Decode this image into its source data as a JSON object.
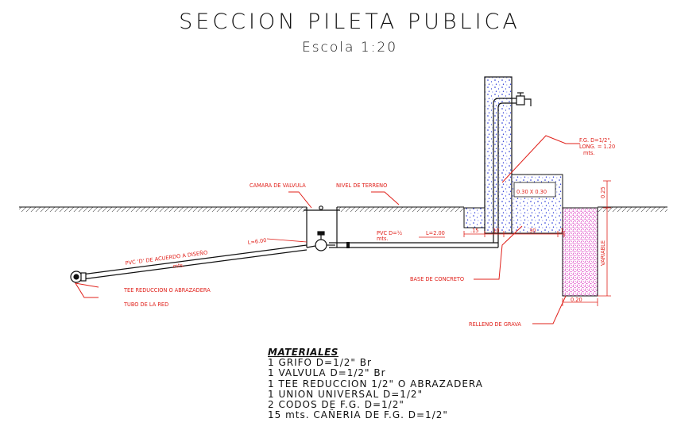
{
  "title": "SECCION PILETA PUBLICA",
  "scale": "Escola 1:20",
  "labels": {
    "camara": "CAMARA DE VALVULA",
    "nivel": "NIVEL DE TERRENO",
    "pvc_diseno": "PVC 'D' DE ACUERDO A DISEÑO",
    "pvc_diseno_sub": "mts.",
    "l600": "L=6.00",
    "pvc_d": "PVC D=½",
    "pvc_d_sub": "mts.",
    "l200": "L=2.00",
    "tee": "TEE REDUCCION O ABRAZADERA",
    "tubo": "TUBO DE LA RED",
    "base": "BASE DE CONCRETO",
    "relleno": "RELLENO DE GRAVA",
    "fg_line1": "F.G. D=1/2\",",
    "fg_line2": "LONG. = 1.20",
    "fg_line3": "mts.",
    "dim_030": "0.30 X 0.30",
    "dim_15": ".15",
    "dim_10": ".10",
    "dim_30": ".30",
    "dim_1": ".1",
    "dim_025": "0.25",
    "variable": "VARIABLE",
    "dim_020": "0.20"
  },
  "materials": {
    "heading": "MATERIALES",
    "items": [
      "1 GRIFO D=1/2\" Br",
      "1 VALVULA D=1/2\" Br",
      "1 TEE REDUCCION 1/2\" O ABRAZADERA",
      "1 UNION UNIVERSAL  D=1/2\"",
      "2 CODOS DE F.G.  D=1/2\"",
      "15 mts. CAÑERIA DE F.G. D=1/2\""
    ]
  },
  "colors": {
    "line": "#111111",
    "annotation": "#e0201a",
    "concrete": "#1a2bd6",
    "gravel": "#d61ab8"
  }
}
